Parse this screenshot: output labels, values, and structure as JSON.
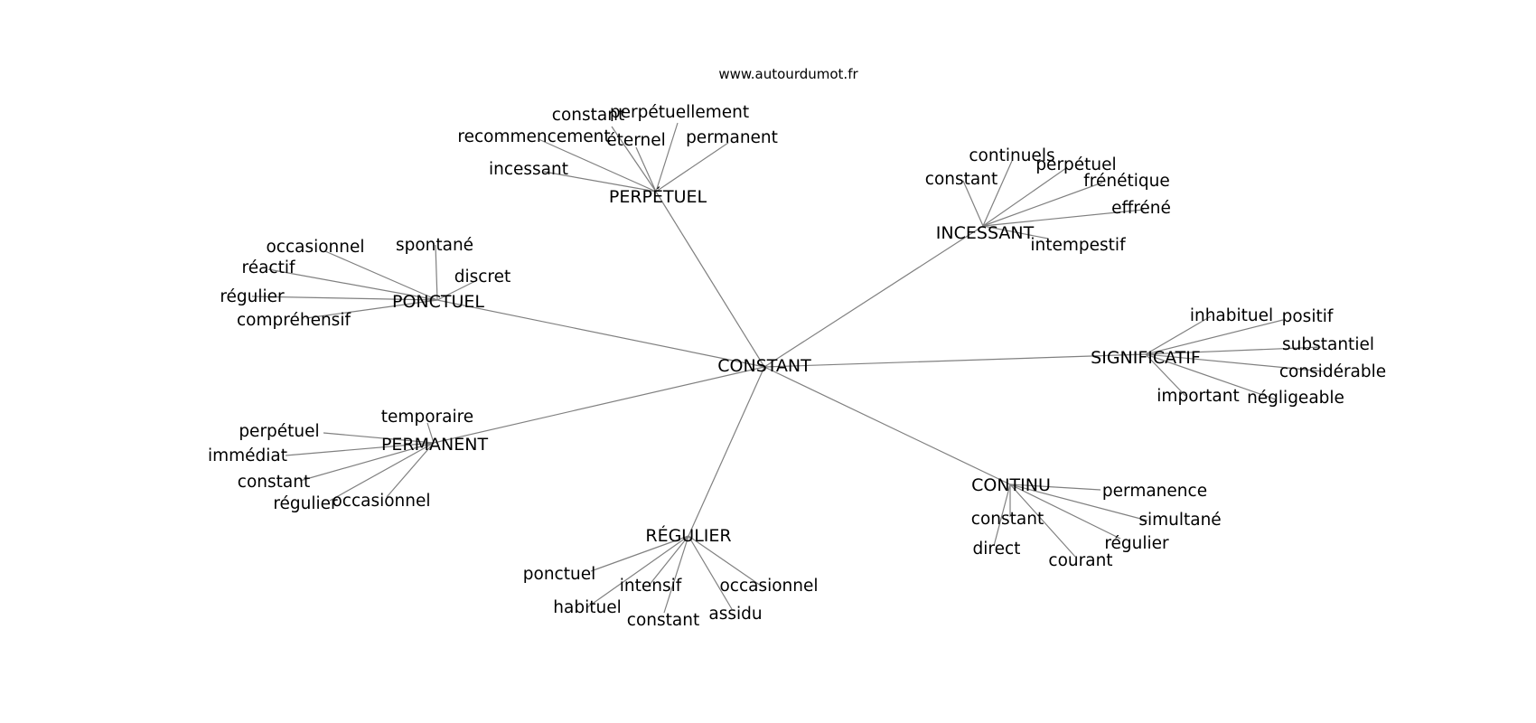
{
  "source_text": "www.autourdumot.fr",
  "center": {
    "label": "CONSTANT"
  },
  "hubs": [
    {
      "id": "perpetuel",
      "label": "PERPÉTUEL",
      "leaves": [
        "constant",
        "perpétuellement",
        "recommencement",
        "éternel",
        "permanent",
        "incessant"
      ]
    },
    {
      "id": "incessant",
      "label": "INCESSANT",
      "leaves": [
        "continuels",
        "perpétuel",
        "constant",
        "frénétique",
        "effréné",
        "intempestif"
      ]
    },
    {
      "id": "ponctuel",
      "label": "PONCTUEL",
      "leaves": [
        "occasionnel",
        "spontané",
        "réactif",
        "discret",
        "régulier",
        "compréhensif"
      ]
    },
    {
      "id": "significatif",
      "label": "SIGNIFICATIF",
      "leaves": [
        "inhabituel",
        "positif",
        "substantiel",
        "considérable",
        "important",
        "négligeable"
      ]
    },
    {
      "id": "permanent",
      "label": "PERMANENT",
      "leaves": [
        "temporaire",
        "perpétuel",
        "immédiat",
        "constant",
        "régulier",
        "occasionnel"
      ]
    },
    {
      "id": "continu",
      "label": "CONTINU",
      "leaves": [
        "permanence",
        "constant",
        "simultané",
        "direct",
        "régulier",
        "courant"
      ]
    },
    {
      "id": "regulier",
      "label": "RÉGULIER",
      "leaves": [
        "ponctuel",
        "intensif",
        "occasionnel",
        "habituel",
        "constant",
        "assidu"
      ]
    }
  ]
}
